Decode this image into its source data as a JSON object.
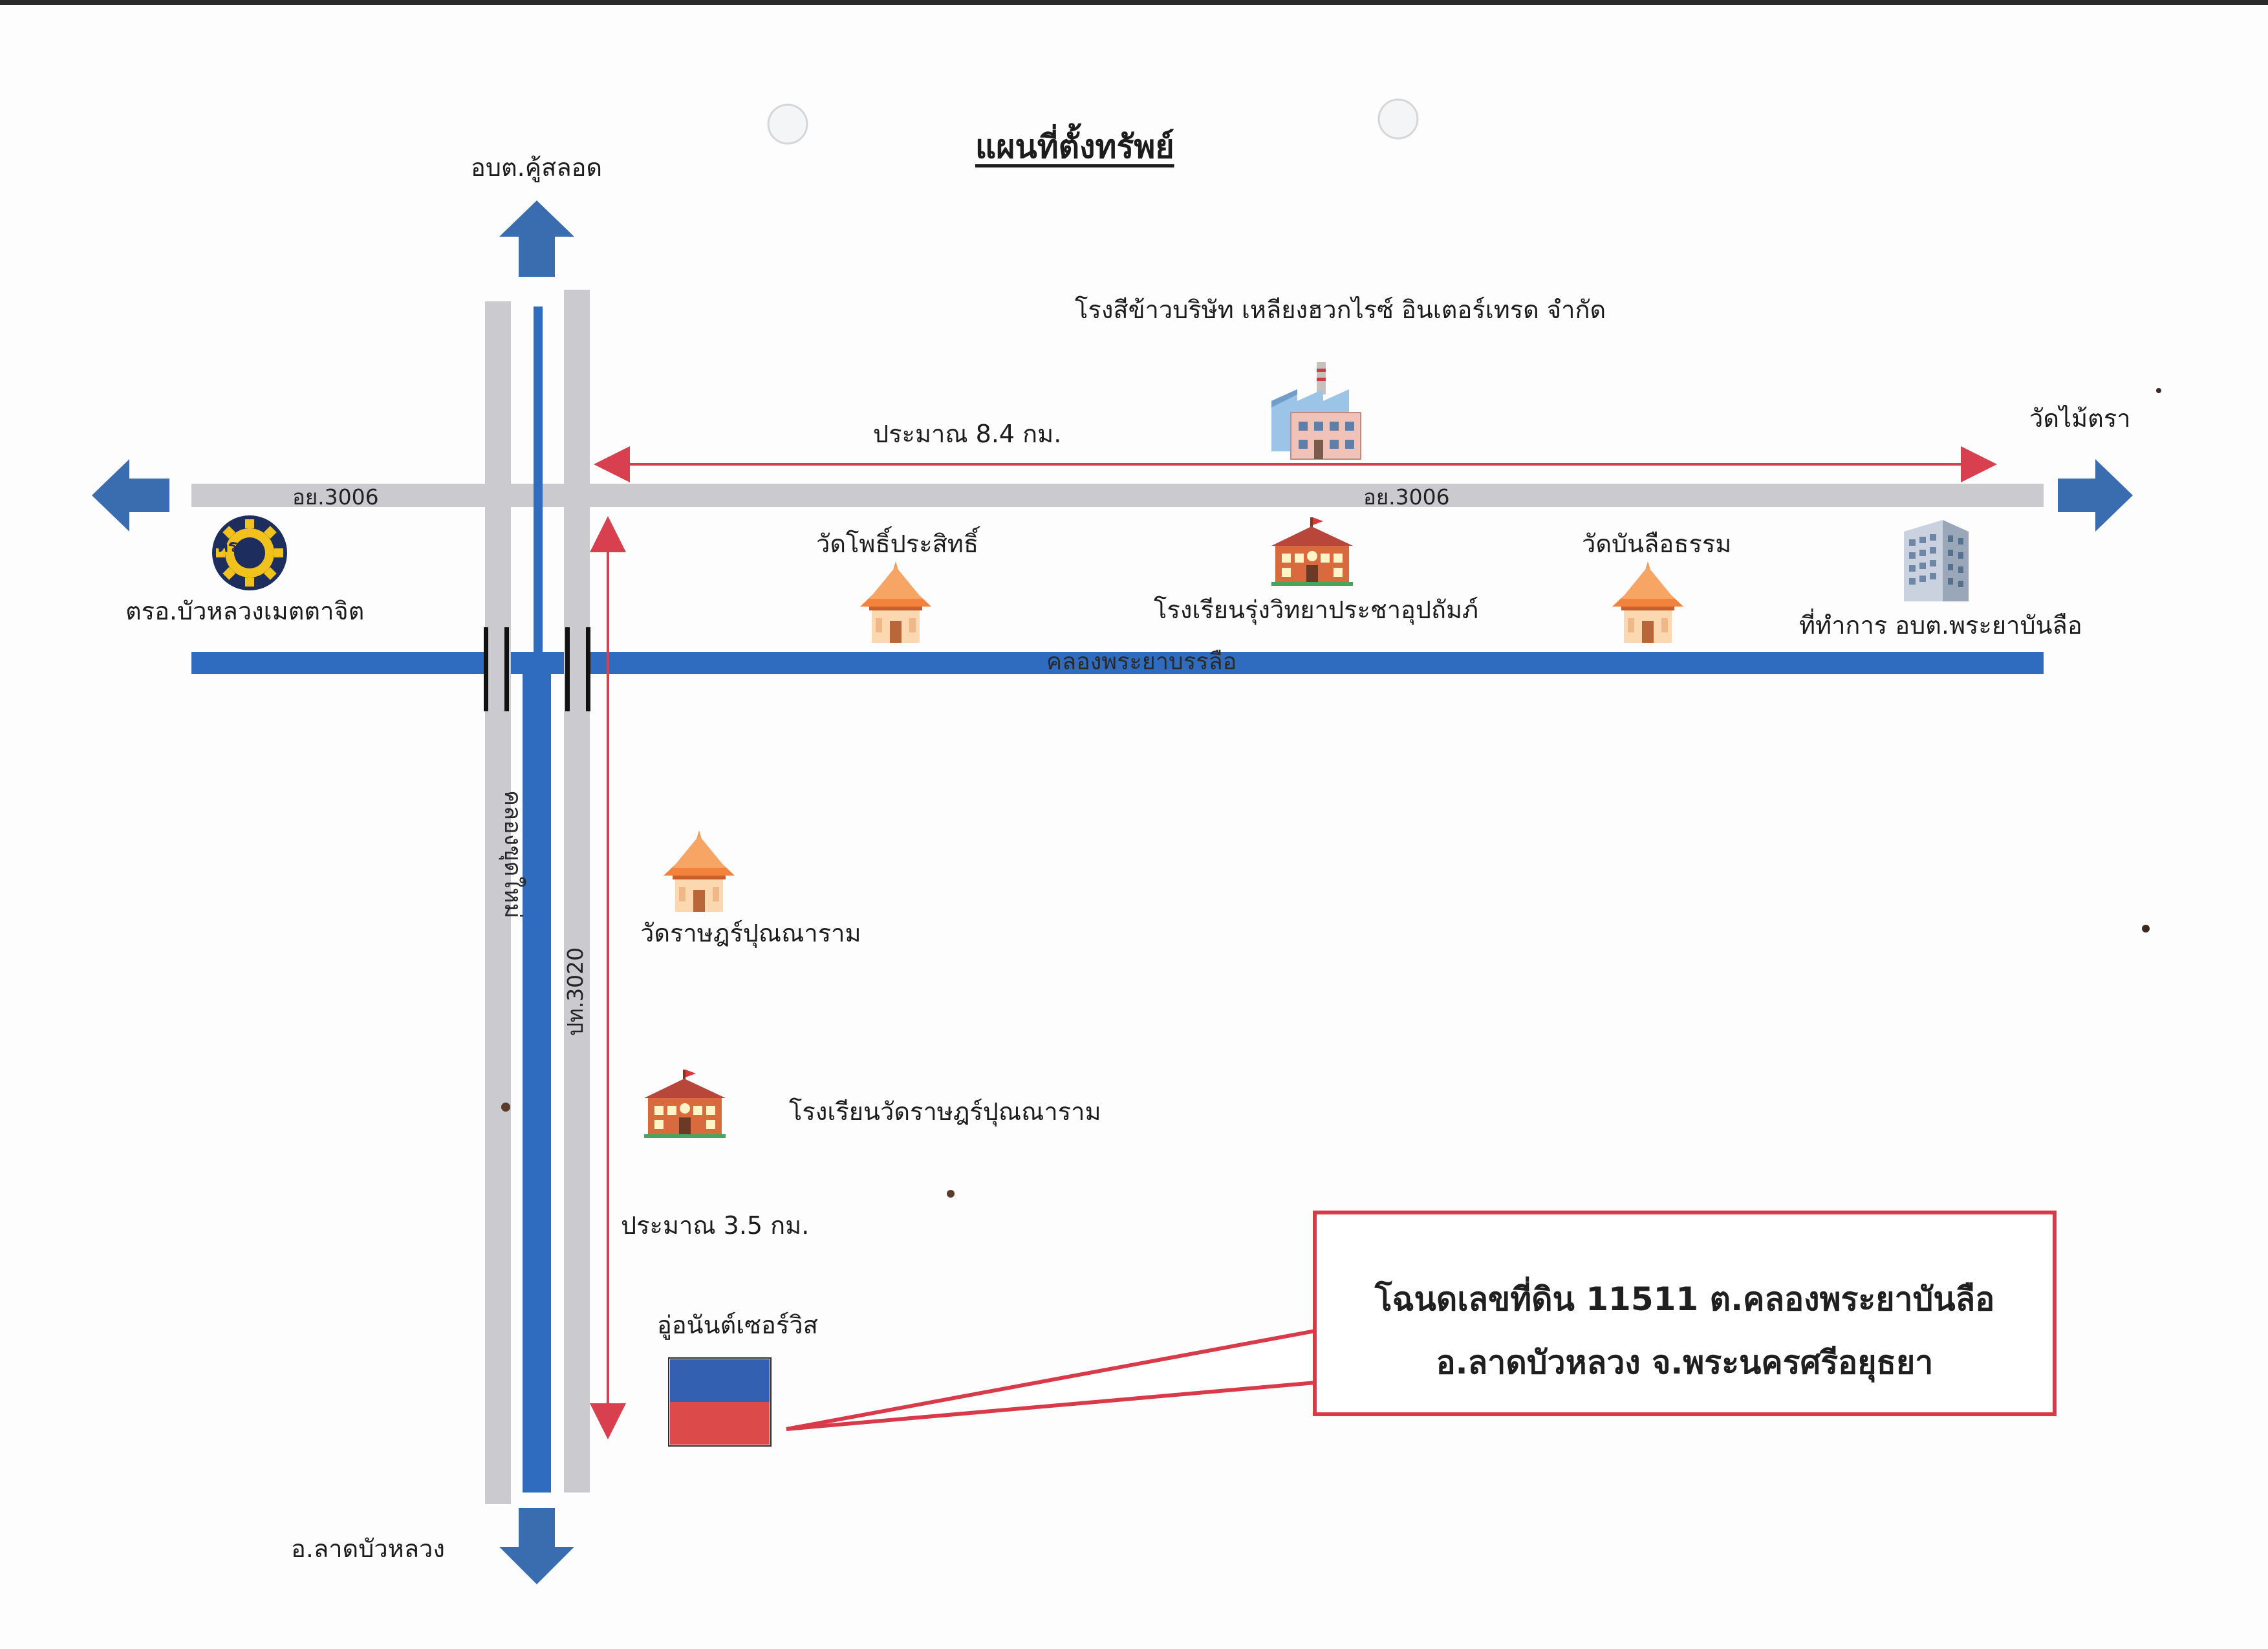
{
  "title": "แผนที่ตั้งทรัพย์",
  "roads": {
    "east_west": "อย.3006",
    "north_south": "ปท.3020"
  },
  "canals": {
    "east_west": "คลองพระยาบรรลือ",
    "north_south": "คลองขุดใหม่"
  },
  "directions": {
    "north": "อบต.คู้สลอด",
    "south": "อ.ลาดบัวหลวง",
    "east": "วัดไม้ตรา"
  },
  "distances": {
    "horizontal": "ประมาณ  8.4 กม.",
    "vertical": "ประมาณ  3.5 กม."
  },
  "landmarks": {
    "rice_mill": "โรงสีข้าวบริษัท เหลียงฮวกไรซ์ อินเตอร์เทรด จำกัด",
    "police": "ตรอ.บัวหลวงเมตตาจิต",
    "police_badge": "ตรอ",
    "wat_pho": "วัดโพธิ์ประสิทธิ์",
    "school_rung": "โรงเรียนรุ่งวิทยาประชาอุปถัมภ์",
    "wat_banlue": "วัดบันลือธรรม",
    "office": "ที่ทำการ อบต.พระยาบันลือ",
    "wat_rat": "วัดราษฎร์ปุณณาราม",
    "school_wat_rat": "โรงเรียนวัดราษฎร์ปุณณาราม",
    "garage": "อู่อนันต์เซอร์วิส"
  },
  "deed": {
    "line1": "โฉนดเลขที่ดิน 11511   ต.คลองพระยาบันลือ",
    "line2": "อ.ลาดบัวหลวง  จ.พระนครศรีอยุธยา"
  },
  "colors": {
    "road": "#cbcbcf",
    "canal": "#2f6cc0",
    "arrow": "#3a6cb0",
    "distance_line": "#d84050",
    "callout": "#d83a4a",
    "property_top": "#3360b0",
    "property_bottom": "#dd4a4a"
  }
}
